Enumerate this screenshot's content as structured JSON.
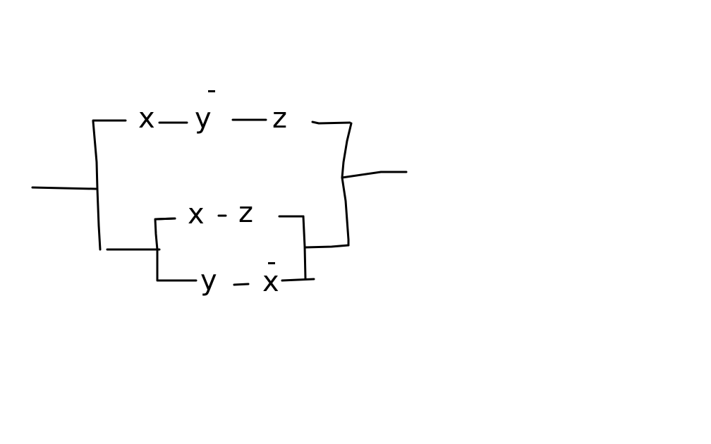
{
  "diagram": {
    "type": "switching-circuit",
    "style": "hand-drawn",
    "background": "#ffffff",
    "stroke_color": "#000000",
    "top_branch": {
      "switches": [
        {
          "label": "x",
          "complemented": false
        },
        {
          "label": "y",
          "complemented": true
        },
        {
          "label": "z",
          "complemented": false
        }
      ]
    },
    "bottom_branch": {
      "sub_branches": [
        {
          "switches": [
            {
              "label": "x",
              "complemented": false
            },
            {
              "label": "z",
              "complemented": false
            }
          ]
        },
        {
          "switches": [
            {
              "label": "y",
              "complemented": false
            },
            {
              "label": "x",
              "complemented": true
            }
          ]
        }
      ]
    }
  }
}
